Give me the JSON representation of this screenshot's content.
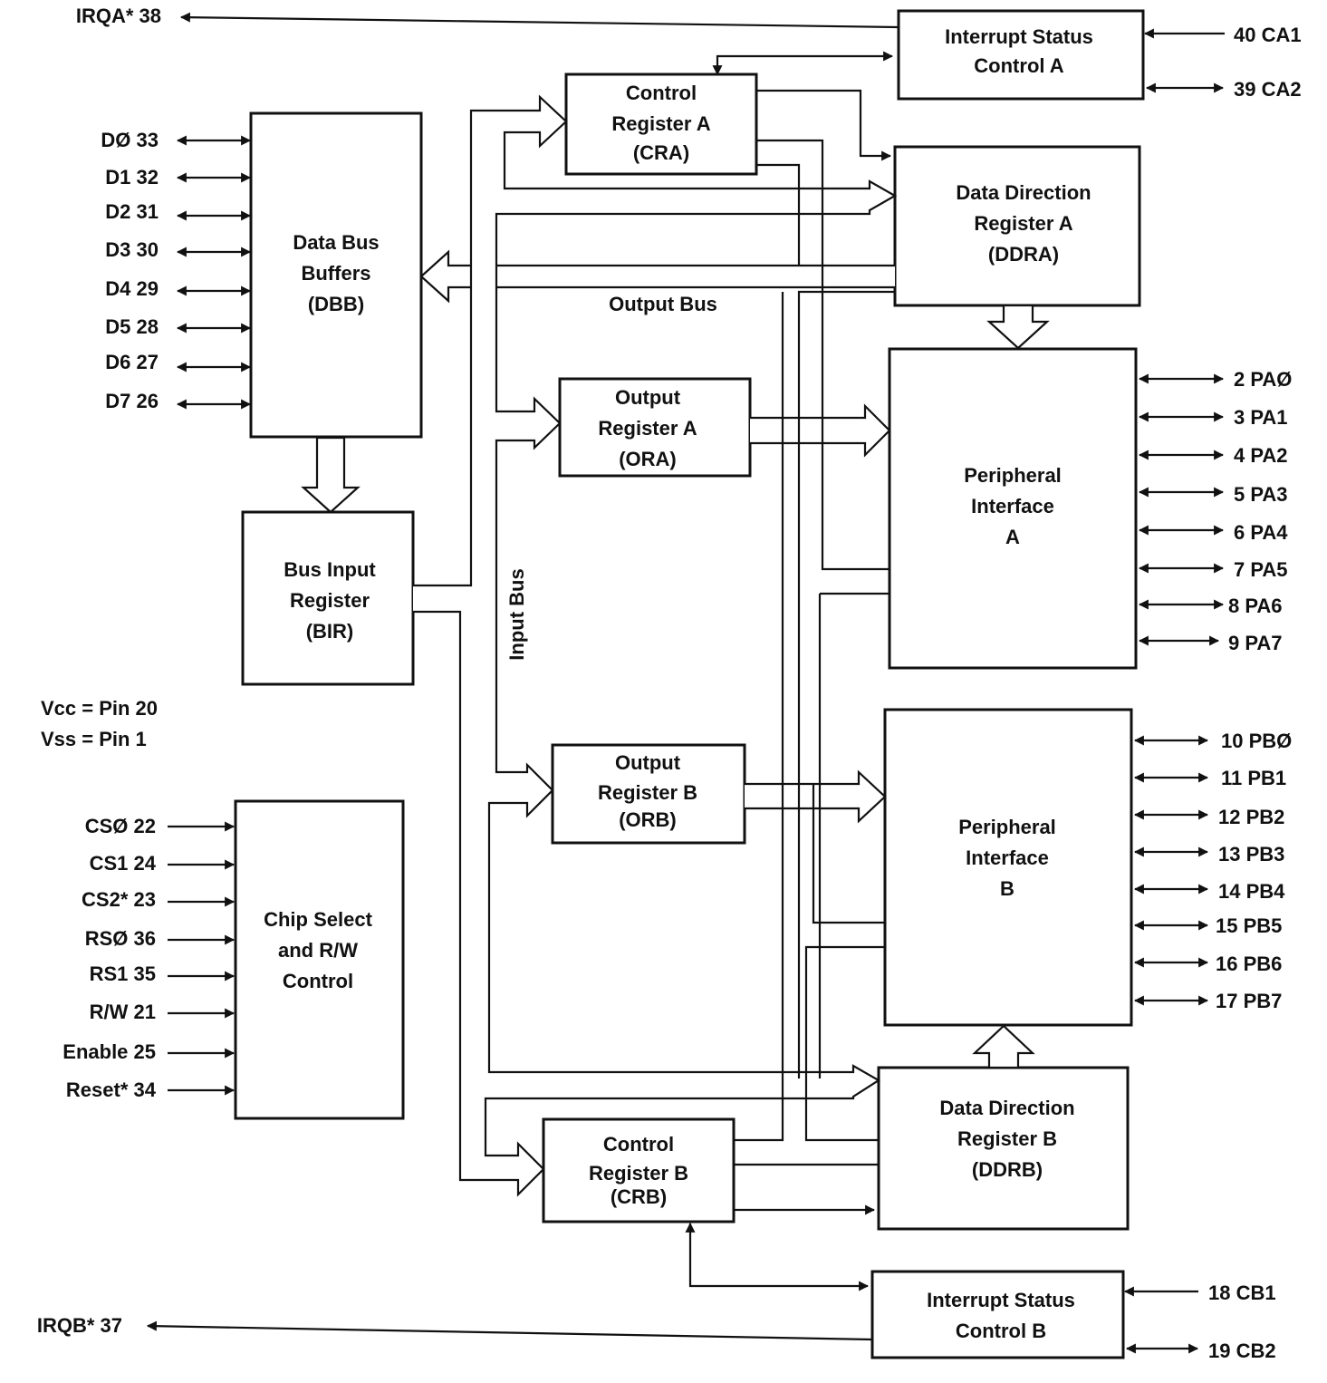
{
  "blocks": {
    "isca": [
      "Interrupt Status",
      "Control A"
    ],
    "cra": [
      "Control",
      "Register A",
      "(CRA)"
    ],
    "ddra": [
      "Data Direction",
      "Register A",
      "(DDRA)"
    ],
    "dbb": [
      "Data Bus",
      "Buffers",
      "(DBB)"
    ],
    "ora": [
      "Output",
      "Register A",
      "(ORA)"
    ],
    "pia": [
      "Peripheral",
      "Interface",
      "A"
    ],
    "bir": [
      "Bus Input",
      "Register",
      "(BIR)"
    ],
    "orb": [
      "Output",
      "Register B",
      "(ORB)"
    ],
    "pib": [
      "Peripheral",
      "Interface",
      "B"
    ],
    "csrw": [
      "Chip Select",
      "and R/W",
      "Control"
    ],
    "ddrb": [
      "Data Direction",
      "Register B",
      "(DDRB)"
    ],
    "crb": [
      "Control",
      "Register B",
      "(CRB)"
    ],
    "iscb": [
      "Interrupt Status",
      "Control B"
    ]
  },
  "bus_labels": {
    "output": "Output Bus",
    "input": "Input Bus"
  },
  "power": [
    "Vcc = Pin 20",
    "Vss = Pin 1"
  ],
  "pins": {
    "irqa": "IRQA*  38",
    "irqb": "IRQB*  37",
    "ca1": "40  CA1",
    "ca2": "39  CA2",
    "cb1": "18  CB1",
    "cb2": "19  CB2",
    "data": [
      "DØ  33",
      "D1  32",
      "D2  31",
      "D3  30",
      "D4  29",
      "D5  28",
      "D6  27",
      "D7  26"
    ],
    "pa": [
      "2  PAØ",
      "3  PA1",
      "4  PA2",
      "5  PA3",
      "6  PA4",
      "7  PA5",
      "8  PA6",
      "9  PA7"
    ],
    "pb": [
      "10  PBØ",
      "11  PB1",
      "12  PB2",
      "13  PB3",
      "14  PB4",
      "15  PB5",
      "16  PB6",
      "17  PB7"
    ],
    "control": [
      "CSØ  22",
      "CS1  24",
      "CS2*  23",
      "RSØ  36",
      "RS1  35",
      "R/W  21",
      "Enable  25",
      "Reset*  34"
    ]
  }
}
